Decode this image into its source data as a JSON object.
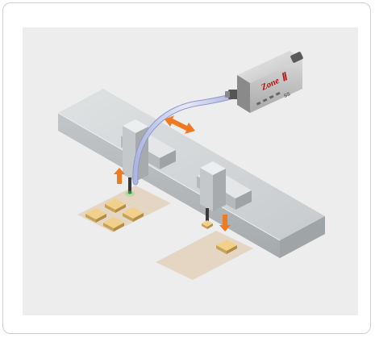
{
  "device": {
    "brand_label": "Zone",
    "brand_suffix": "Ⅱ",
    "model_label": "SS"
  },
  "colors": {
    "background": "#ededed",
    "beam_top": "#d3d7d8",
    "beam_front": "#b9bdbf",
    "beam_side": "#9ea3a5",
    "arrow": "#f07a22",
    "component": "#e2bd72",
    "pad": "#e4d6c2",
    "cable": "#c8cde8",
    "nozzle_glow": "#7fe08a"
  },
  "icons": {
    "vertical_up_arrow": "arrow-up-icon",
    "vertical_down_arrow": "arrow-down-icon",
    "horizontal_arrow": "double-arrow-icon"
  }
}
